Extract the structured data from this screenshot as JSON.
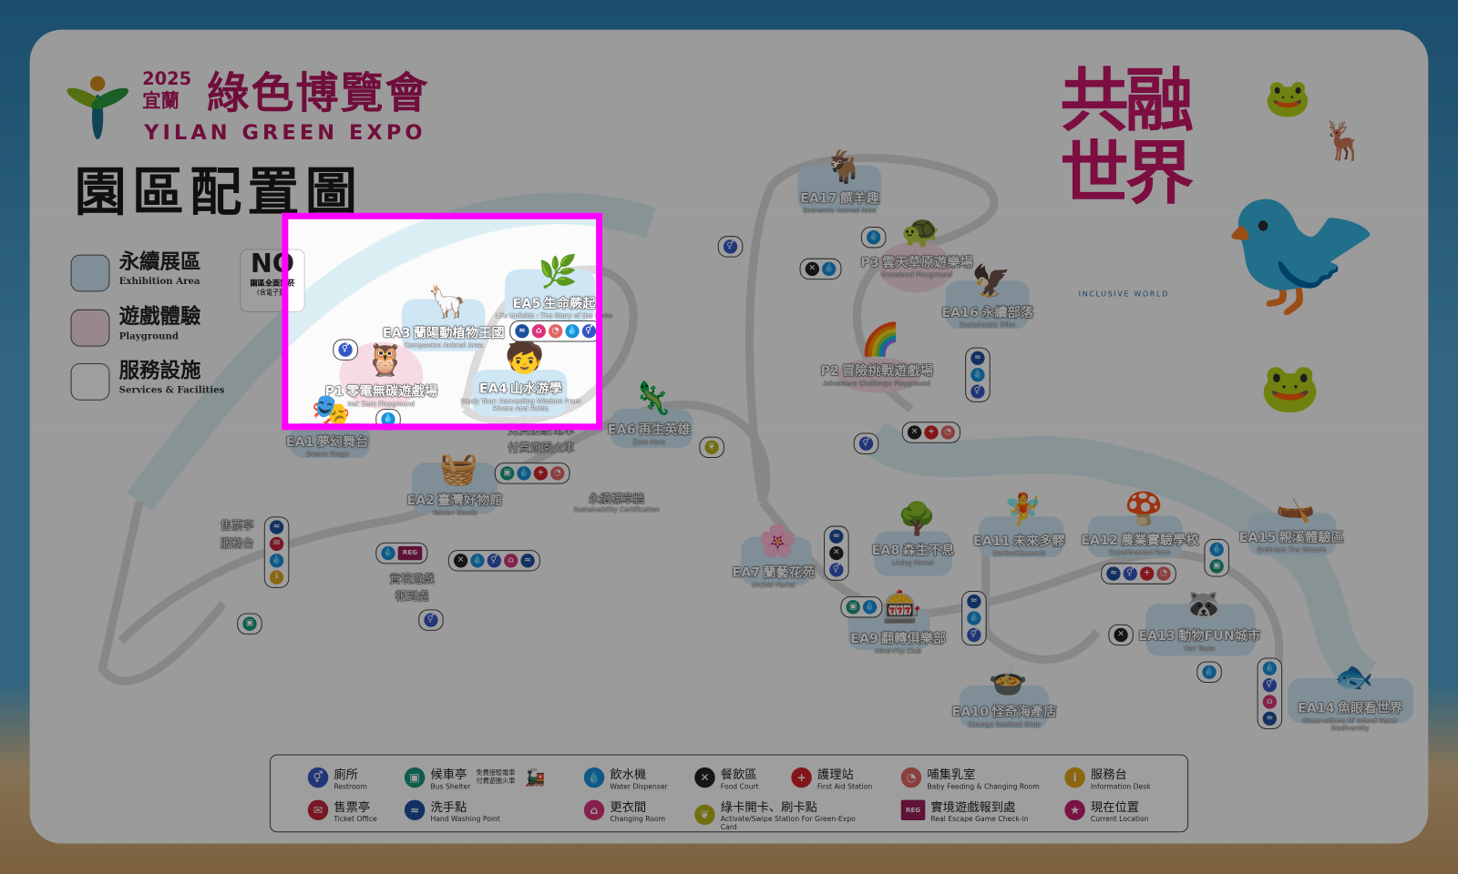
{
  "header": {
    "year": "2025",
    "city": "宜蘭",
    "title_zh": "綠色博覽會",
    "title_en": "YILAN GREEN EXPO",
    "map_title": "園區配置圖"
  },
  "area_legend": [
    {
      "zh": "永續展區",
      "en": "Exhibition Area",
      "color": "#cfe6f4"
    },
    {
      "zh": "遊戲體驗",
      "en": "Playground",
      "color": "#f6dbe4"
    },
    {
      "zh": "服務設施",
      "en": "Services & Facilities",
      "color": "#ffffff"
    }
  ],
  "no_smoking": {
    "big": "NO",
    "line1": "園區全面禁菸",
    "line2": "(含電子菸)"
  },
  "theme": {
    "zh": "共融世界",
    "en": "INCLUSIVE WORLD"
  },
  "zones": [
    {
      "code": "EA3",
      "zh": "蘭陽動植物王國",
      "en": "Companion Animal Area",
      "type": "exh"
    },
    {
      "code": "EA5",
      "zh": "生命蕨起",
      "en": "Life Unfolds : The Story of the Ferns",
      "type": "exh"
    },
    {
      "code": "P1",
      "zh": "零電無碳遊戲場",
      "en": "Net Zero Playground",
      "type": "play"
    },
    {
      "code": "EA4",
      "zh": "山水游學",
      "en": "Study Tour: Harvesting Wisdom From Rivers And Fields",
      "type": "exh"
    },
    {
      "code": "EA1",
      "zh": "夢幻舞台",
      "en": "Dream Stage",
      "type": "exh"
    },
    {
      "code": "EA2",
      "zh": "臺灣好物館",
      "en": "Taiwan Goods",
      "type": "exh"
    },
    {
      "code": "EA6",
      "zh": "再生英雄",
      "en": "Zero Hero",
      "type": "exh"
    },
    {
      "code": "EA17",
      "zh": "饌羊趣",
      "en": "Economic Animal Area",
      "type": "exh"
    },
    {
      "code": "P3",
      "zh": "雲天草原遊樂場",
      "en": "Grassland Playground",
      "type": "play"
    },
    {
      "code": "EA16",
      "zh": "永續部落",
      "en": "Sustainable Tribe",
      "type": "exh"
    },
    {
      "code": "P2",
      "zh": "冒險挑戰遊戲場",
      "en": "Adventure Challenge Playground",
      "type": "play"
    },
    {
      "code": "EA7",
      "zh": "蘭藝花苑",
      "en": "Orchid Florist",
      "type": "exh"
    },
    {
      "code": "EA8",
      "zh": "森生不息",
      "en": "Living Forest",
      "type": "exh"
    },
    {
      "code": "EA11",
      "zh": "未來多髎",
      "en": "Dorfwettbewerb",
      "type": "exh"
    },
    {
      "code": "EA12",
      "zh": "農業實驗學校",
      "en": "Experimental Farm",
      "type": "exh"
    },
    {
      "code": "EA15",
      "zh": "親溪體驗區",
      "en": "Embrace The Stream",
      "type": "exh"
    },
    {
      "code": "EA9",
      "zh": "翻轉俱樂部",
      "en": "Mind-Flip Club",
      "type": "exh"
    },
    {
      "code": "EA10",
      "zh": "怪奇海產店",
      "en": "Strange Seafood Shop",
      "type": "exh"
    },
    {
      "code": "EA13",
      "zh": "動物FUN城市",
      "en": "Our Topia",
      "type": "exh"
    },
    {
      "code": "EA14",
      "zh": "魚眼看世界",
      "en": "Observations Of Inland Water Biodiversity",
      "type": "exh"
    }
  ],
  "places": [
    {
      "zh": "永續標章牆",
      "en": "Sustainability Certification"
    },
    {
      "zh": "售票亭\n服務台",
      "en": ""
    },
    {
      "zh": "實境遊戲\n報到處",
      "en": ""
    },
    {
      "zh": "免費接駁電車\n付費遊園火車",
      "en": ""
    }
  ],
  "icons": {
    "restroom": {
      "color": "#3656c4",
      "glyph": "⚥"
    },
    "bus": {
      "color": "#17957c",
      "glyph": "▣"
    },
    "water": {
      "color": "#1b8fd8",
      "glyph": "💧"
    },
    "food": {
      "color": "#222222",
      "glyph": "✕"
    },
    "firstaid": {
      "color": "#d4242c",
      "glyph": "+"
    },
    "baby": {
      "color": "#e06464",
      "glyph": "◔"
    },
    "info": {
      "color": "#e0a41a",
      "glyph": "i"
    },
    "ticket": {
      "color": "#c4263a",
      "glyph": "✉"
    },
    "handwash": {
      "color": "#1d4f9e",
      "glyph": "≈"
    },
    "changing": {
      "color": "#d8347a",
      "glyph": "⌂"
    },
    "card": {
      "color": "#b8b41a",
      "glyph": "❦"
    },
    "reg": {
      "color": "#9b1e5a",
      "glyph": "REG"
    },
    "current": {
      "color": "#c3206e",
      "glyph": "★"
    }
  },
  "facility_legend": [
    {
      "icon": "restroom",
      "zh": "廁所",
      "en": "Restroom"
    },
    {
      "icon": "bus",
      "zh": "候車亭",
      "en": "Bus Shelter",
      "note": "免費接駁電車 付費遊園火車"
    },
    {
      "icon": "water",
      "zh": "飲水機",
      "en": "Water Dispenser"
    },
    {
      "icon": "food",
      "zh": "餐飲區",
      "en": "Food Court"
    },
    {
      "icon": "firstaid",
      "zh": "護理站",
      "en": "First Aid Station"
    },
    {
      "icon": "baby",
      "zh": "哺集乳室",
      "en": "Baby Feeding & Changing Room"
    },
    {
      "icon": "info",
      "zh": "服務台",
      "en": "Information Desk"
    },
    {
      "icon": "ticket",
      "zh": "售票亭",
      "en": "Ticket Office"
    },
    {
      "icon": "handwash",
      "zh": "洗手點",
      "en": "Hand Washing Point"
    },
    {
      "icon": "changing",
      "zh": "更衣間",
      "en": "Changing Room"
    },
    {
      "icon": "card",
      "zh": "綠卡開卡、刷卡點",
      "en": "Activate/Swipe Station For Green-Expo Card"
    },
    {
      "icon": "reg",
      "zh": "實境遊戲報到處",
      "en": "Real Escape Game Check-in"
    },
    {
      "icon": "current",
      "zh": "現在位置",
      "en": "Current Location"
    }
  ],
  "colors": {
    "brand": "#b5175f",
    "highlight": "#ff00ff",
    "road": "#d9d9d9",
    "river": "#dbeef3"
  }
}
